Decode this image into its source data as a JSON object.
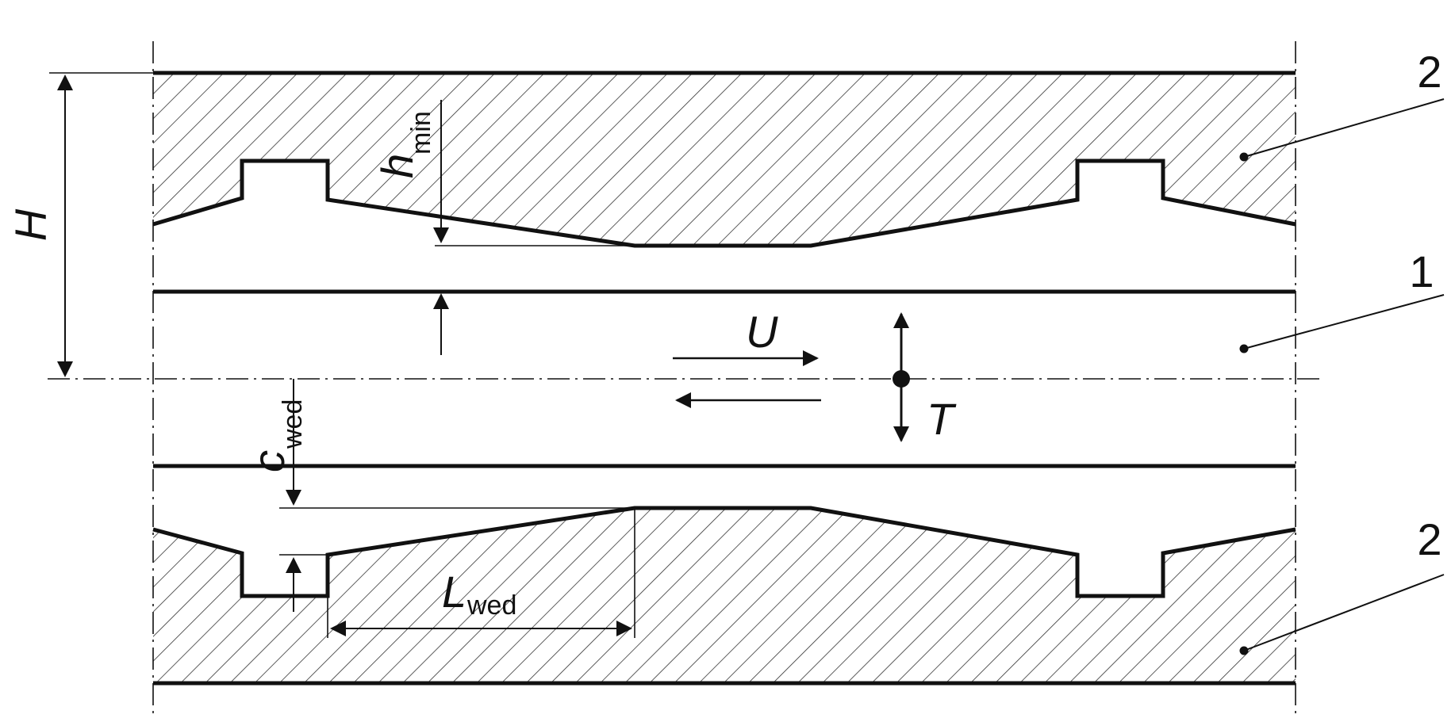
{
  "labels": {
    "height": "H",
    "h_main": "h",
    "h_sub": "min",
    "velocity": "U",
    "thickness": "T",
    "c_main": "c",
    "c_sub": "wed",
    "l_main": "L",
    "l_sub": "wed"
  },
  "parts": {
    "strip": "1",
    "upper_roll": "2",
    "lower_roll": "2"
  }
}
